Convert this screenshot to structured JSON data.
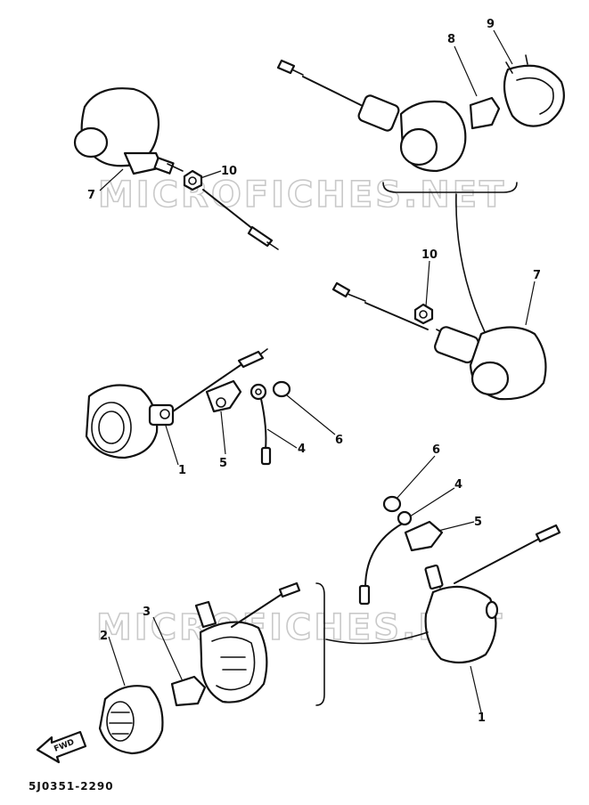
{
  "watermark": {
    "text": "MICROFICHES.NET"
  },
  "footer": {
    "part_code": "5J0351-2290",
    "direction_label": "FWD"
  },
  "callouts": {
    "c1a": "1",
    "c1b": "1",
    "c2": "2",
    "c3": "3",
    "c4a": "4",
    "c4b": "4",
    "c5a": "5",
    "c5b": "5",
    "c6a": "6",
    "c6b": "6",
    "c7a": "7",
    "c7b": "7",
    "c8": "8",
    "c9": "9",
    "c10a": "10",
    "c10b": "10"
  }
}
